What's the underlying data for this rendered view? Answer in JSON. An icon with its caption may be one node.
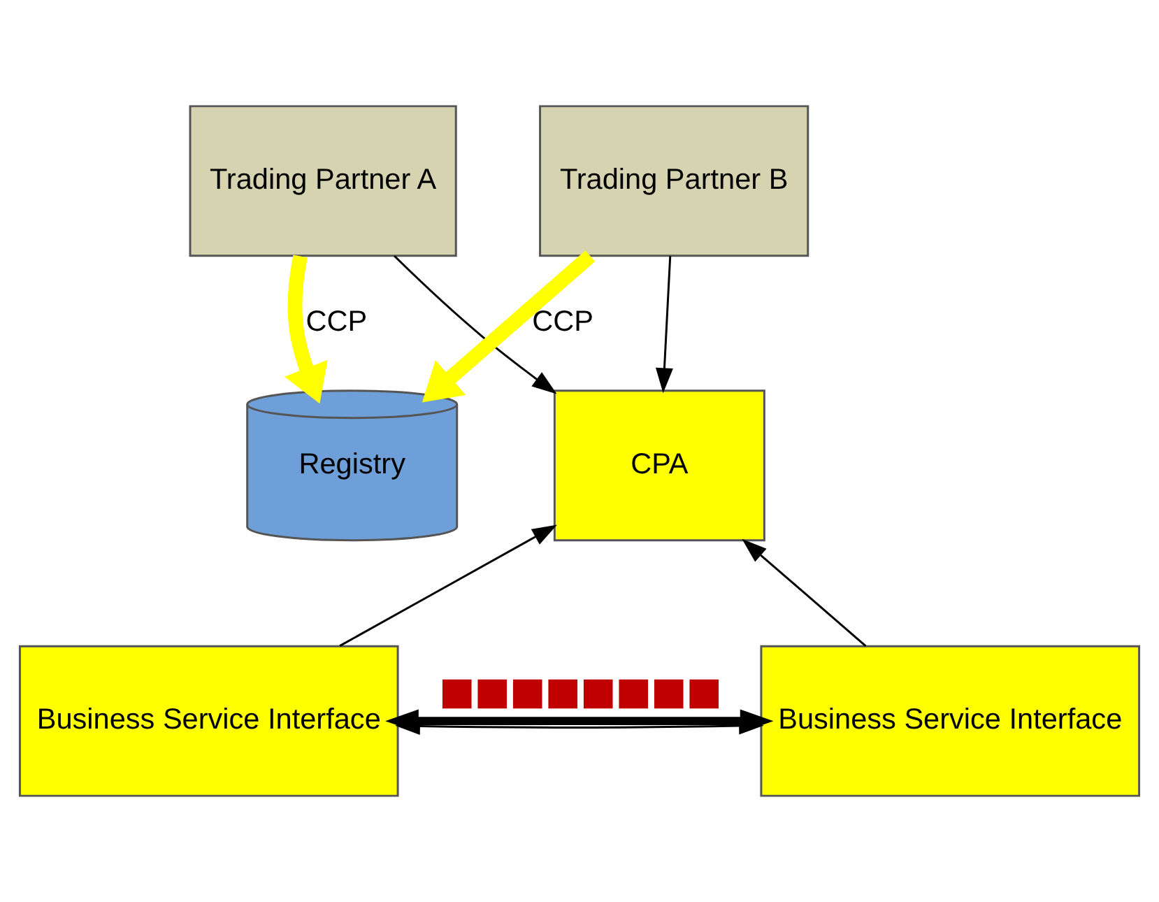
{
  "diagram": {
    "nodes": [
      {
        "text": [
          "Trading Partner A"
        ]
      },
      {
        "text": [
          "Trading Partner B"
        ]
      },
      {
        "text": [
          "Registry"
        ]
      },
      {
        "text": [
          "CPA"
        ]
      },
      {
        "text": [
          "Business Service Interface"
        ]
      },
      {
        "text": [
          "Business Service Interface"
        ]
      }
    ],
    "edges": [
      {
        "from": 0,
        "to": 2,
        "arrow": "to",
        "label": "CCP",
        "style": "thick",
        "color": "#ffff00"
      },
      {
        "from": 1,
        "to": 2,
        "arrow": "to",
        "label": "CCP",
        "style": "thick",
        "color": "#ffff00"
      },
      {
        "from": 0,
        "to": 3,
        "arrow": "to"
      },
      {
        "from": 1,
        "to": 3,
        "arrow": "to"
      },
      {
        "from": 4,
        "to": 5,
        "arrow": "both"
      },
      {
        "from": 4,
        "to": 3,
        "arrow": "to"
      },
      {
        "from": 5,
        "to": 3,
        "arrow": "to"
      },
      {
        "from": 4,
        "to": 5,
        "arrow": "both",
        "style": "thick"
      }
    ]
  }
}
